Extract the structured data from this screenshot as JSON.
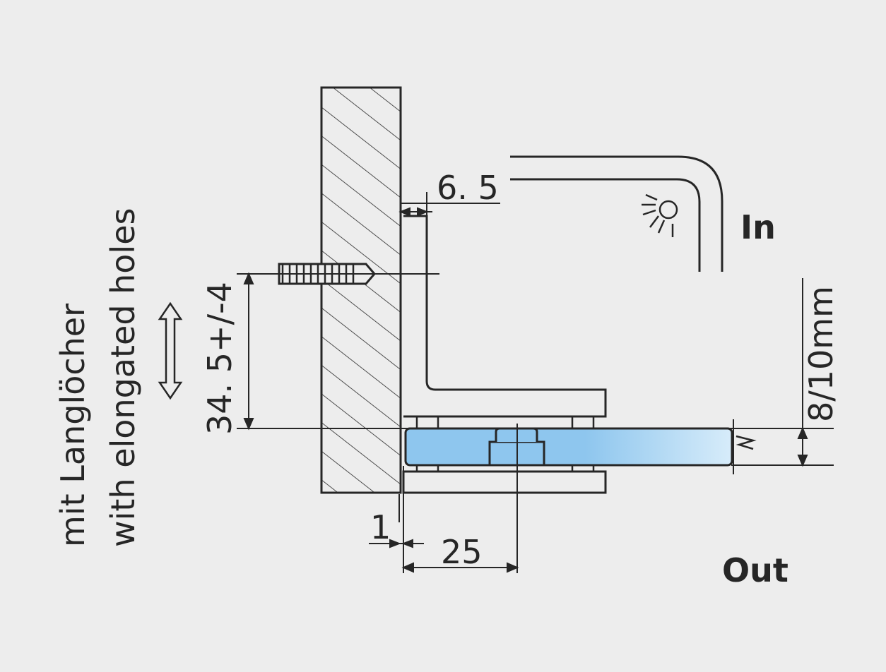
{
  "colors": {
    "background": "#ededed",
    "line": "#262626",
    "glass": "#8ec6ee",
    "glass_light": "#d7ecfa"
  },
  "labels": {
    "side_de": "mit Langlöcher",
    "side_en": "with elongated holes",
    "in": "In",
    "out": "Out"
  },
  "dimensions": {
    "gap": "6. 5",
    "height": "34. 5+/-4",
    "glass_thickness": "8/10mm",
    "offset": "1",
    "depth": "25"
  },
  "icons": {
    "double_arrow": "double-arrow-icon",
    "light": "light-icon",
    "screw": "screw-icon"
  }
}
